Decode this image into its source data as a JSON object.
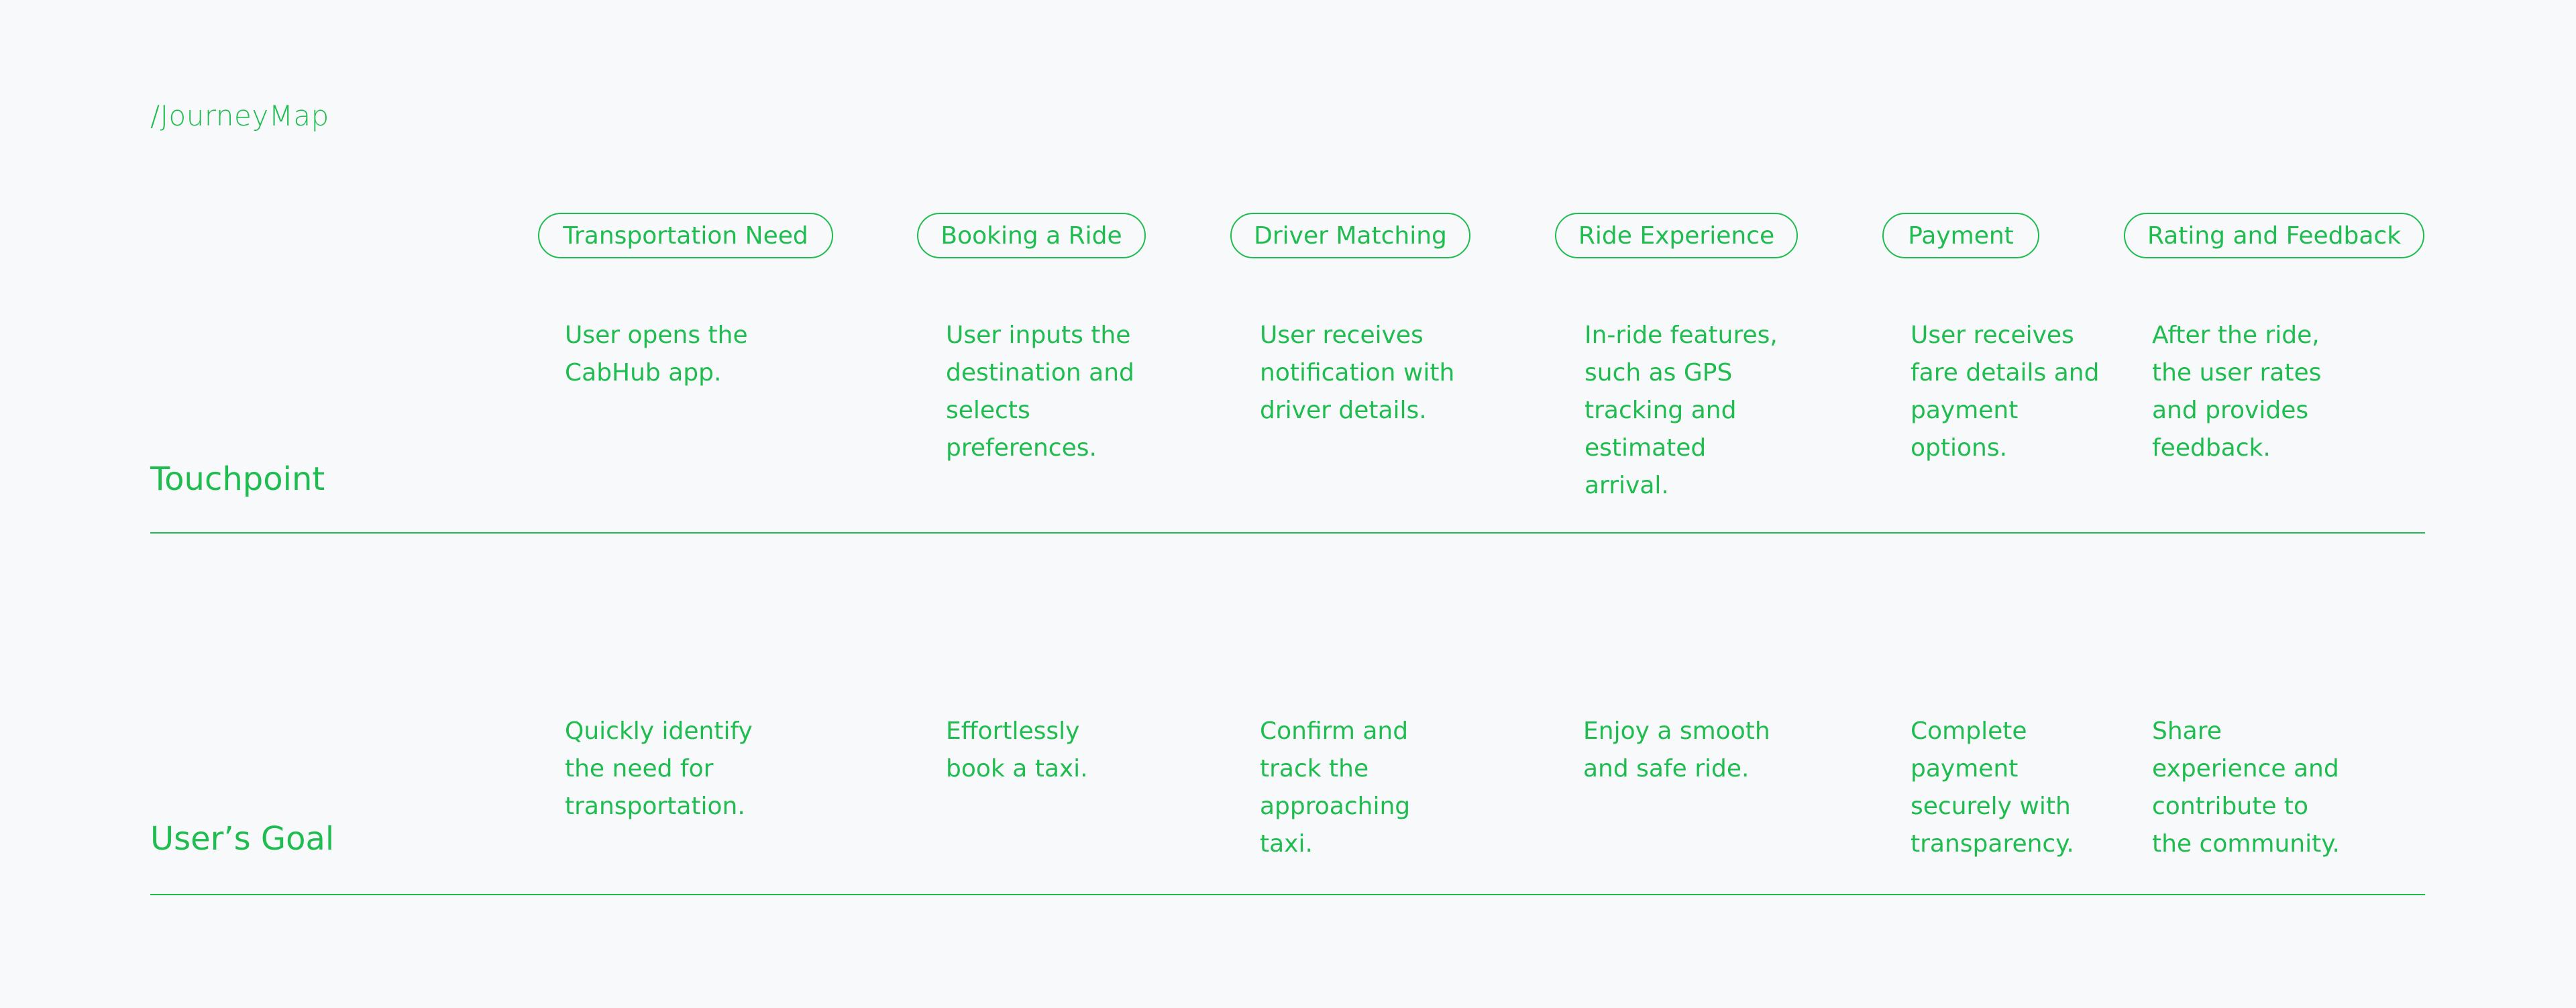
{
  "breadcrumb": "/JourneyMap",
  "stages": [
    "Transportation Need",
    "Booking a Ride",
    "Driver Matching",
    "Ride Experience",
    "Payment",
    "Rating and Feedback"
  ],
  "rows": {
    "touchpoint": {
      "label": "Touchpoint",
      "cells": [
        "User opens the\nCabHub app.",
        "User inputs the\ndestination and\nselects\npreferences.",
        "User receives\nnotification with\ndriver details.",
        "In-ride features,\nsuch as GPS\ntracking and\nestimated\narrival.",
        "User receives\nfare details and\npayment\noptions.",
        "After the ride,\nthe user rates\nand provides\nfeedback."
      ]
    },
    "goal": {
      "label": "User’s Goal",
      "cells": [
        "Quickly identify\nthe need for\ntransportation.",
        "Effortlessly\nbook a taxi.",
        "Confirm and\ntrack the\napproaching\ntaxi.",
        "Enjoy a smooth\nand safe ride.",
        "Complete\npayment\nsecurely with\ntransparency.",
        "Share\nexperience and\ncontribute to\nthe community."
      ]
    }
  },
  "colors": {
    "accent": "#1fbd4f",
    "background": "#f8f9fb"
  }
}
